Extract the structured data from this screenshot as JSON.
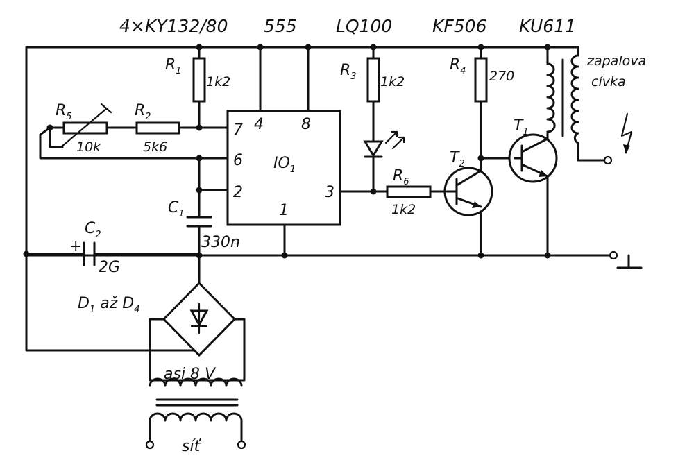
{
  "header_labels": {
    "rectifier": "4×KY132/80",
    "timer": "555",
    "led": "LQ100",
    "driver": "KF506",
    "power": "KU611"
  },
  "components": {
    "r1": {
      "letter": "R",
      "index": "1",
      "value": "1k2"
    },
    "r2": {
      "letter": "R",
      "index": "2",
      "value": "5k6"
    },
    "r3": {
      "letter": "R",
      "index": "3",
      "value": "1k2"
    },
    "r4": {
      "letter": "R",
      "index": "4",
      "value": "270"
    },
    "r5": {
      "letter": "R",
      "index": "5",
      "value": "10k"
    },
    "r6": {
      "letter": "R",
      "index": "6",
      "value": "1k2"
    },
    "c1": {
      "letter": "C",
      "index": "1",
      "value": "330n"
    },
    "c2": {
      "letter": "C",
      "index": "2",
      "value": "2G",
      "polarity": "+"
    },
    "ic1": {
      "letter": "IO",
      "index": "1"
    },
    "t1": {
      "letter": "T",
      "index": "1"
    },
    "t2": {
      "letter": "T",
      "index": "2"
    },
    "bridge": {
      "d1": "D",
      "i1": "1",
      "mid": " až ",
      "d2": "D",
      "i2": "4"
    }
  },
  "ic_pins": {
    "p1": "1",
    "p2": "2",
    "p3": "3",
    "p4": "4",
    "p6": "6",
    "p7": "7",
    "p8": "8"
  },
  "coil": {
    "line1": "zapalova",
    "line2": "cívka"
  },
  "transformer": {
    "secondary": "asi 8 V",
    "primary": "síť"
  }
}
